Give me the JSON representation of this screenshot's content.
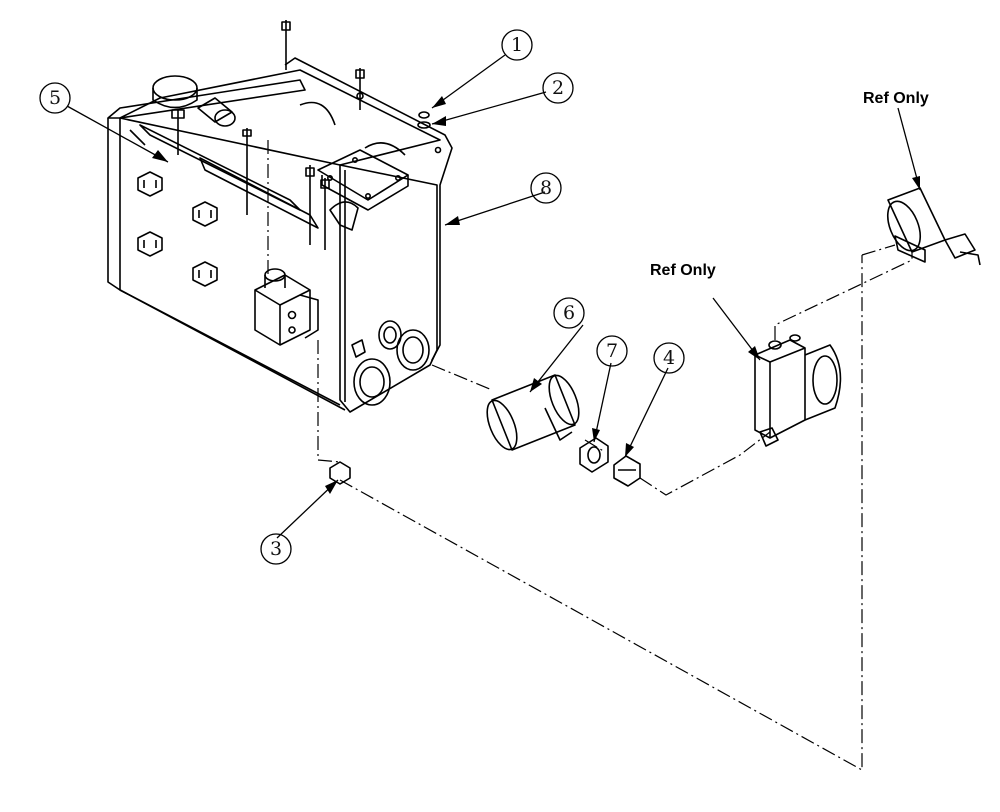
{
  "diagram": {
    "callouts": [
      {
        "id": "callout-1",
        "number": "1"
      },
      {
        "id": "callout-2",
        "number": "2"
      },
      {
        "id": "callout-3",
        "number": "3"
      },
      {
        "id": "callout-4",
        "number": "4"
      },
      {
        "id": "callout-5",
        "number": "5"
      },
      {
        "id": "callout-6",
        "number": "6"
      },
      {
        "id": "callout-7",
        "number": "7"
      },
      {
        "id": "callout-8",
        "number": "8"
      }
    ],
    "ref_labels": [
      {
        "id": "ref-only-upper",
        "text": "Ref Only"
      },
      {
        "id": "ref-only-lower",
        "text": "Ref Only"
      }
    ],
    "colors": {
      "line": "#000000",
      "background": "#ffffff"
    }
  }
}
